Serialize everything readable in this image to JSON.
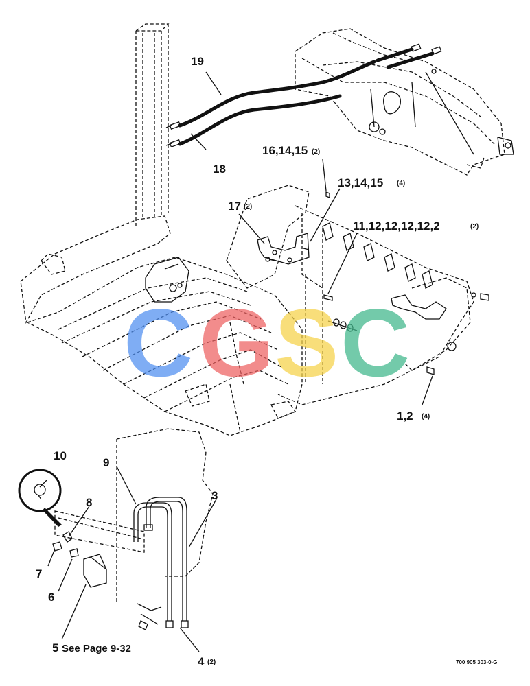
{
  "callouts": {
    "c19": "19",
    "c18": "18",
    "c16": "16,14,15",
    "c16_qty": "(2)",
    "c13": "13,14,15",
    "c13_qty": "(4)",
    "c17": "17",
    "c17_qty": "(2)",
    "c11": "11,12,12,12,12,2",
    "c11_qty": "(2)",
    "c1": "1,2",
    "c1_qty": "(4)",
    "c10": "10",
    "c9": "9",
    "c8": "8",
    "c3": "3",
    "c7": "7",
    "c6": "6",
    "c5": "5",
    "c5_note": "See Page 9-32",
    "c4": "4",
    "c4_qty": "(2)"
  },
  "figure_number": "700 905 303-0-G",
  "watermark": {
    "letters": [
      "C",
      "G",
      "S",
      "C"
    ],
    "colors": [
      "#4f8ef0",
      "#ee6060",
      "#f6d248",
      "#3eb78a"
    ]
  }
}
